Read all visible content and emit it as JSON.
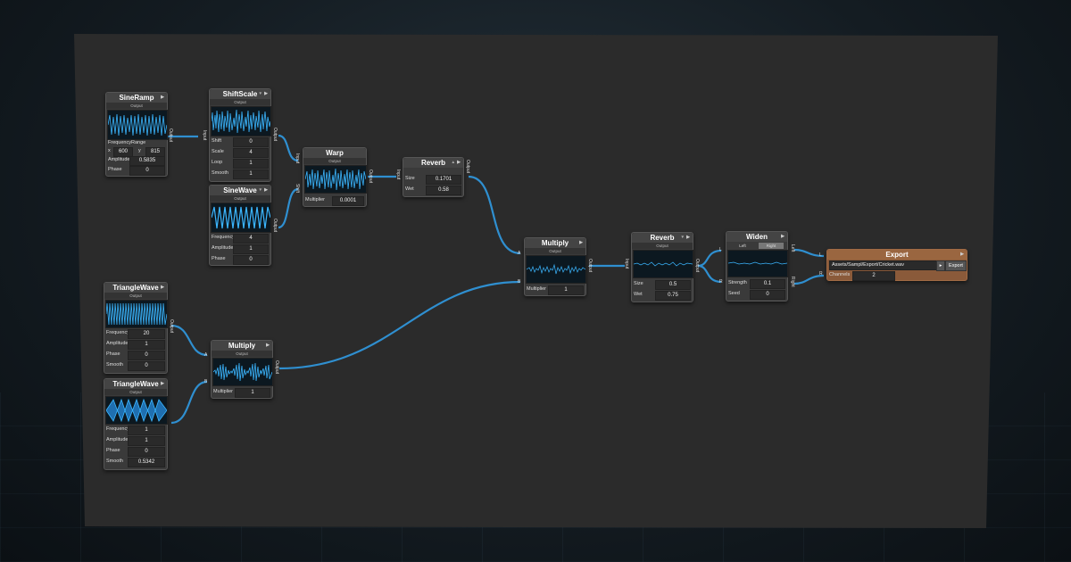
{
  "colors": {
    "wire": "#2f8fd0",
    "wave": "#3bb6ff",
    "export_node": "#8a5a3a"
  },
  "nodes": {
    "sineramp": {
      "title": "SineRamp",
      "sub": "Output",
      "freq_label": "FrequencyRange",
      "x_label": "x",
      "x_val": "600",
      "y_label": "y",
      "y_val": "815",
      "amp_label": "Amplitude",
      "amp_val": "0.5835",
      "phase_label": "Phase",
      "phase_val": "0",
      "out": "Output"
    },
    "shiftscale": {
      "title": "ShiftScale",
      "sub": "Output",
      "in": "Input",
      "out": "Output",
      "shift_label": "Shift",
      "shift_val": "0",
      "scale_label": "Scale",
      "scale_val": "4",
      "loop_label": "Loop",
      "loop_val": "1",
      "smooth_label": "Smooth",
      "smooth_val": "1"
    },
    "sinewave": {
      "title": "SineWave",
      "sub": "Output",
      "out": "Output",
      "freq_label": "Frequency",
      "freq_val": "4",
      "amp_label": "Amplitude",
      "amp_val": "1",
      "phase_label": "Phase",
      "phase_val": "0"
    },
    "warp": {
      "title": "Warp",
      "sub": "Output",
      "in": "Input",
      "shift": "Shift",
      "out": "Output",
      "mult_label": "Multiplier",
      "mult_val": "0.0001"
    },
    "reverb1": {
      "title": "Reverb",
      "in": "Input",
      "out": "Output",
      "size_label": "Size",
      "size_val": "0.1701",
      "wet_label": "Wet",
      "wet_val": "0.58"
    },
    "multiply1": {
      "title": "Multiply",
      "sub": "Output",
      "a": "A",
      "b": "B",
      "out": "Output",
      "mult_label": "Multiplier",
      "mult_val": "1"
    },
    "reverb2": {
      "title": "Reverb",
      "sub": "Output",
      "in": "Input",
      "out": "Output",
      "size_label": "Size",
      "size_val": "0.5",
      "wet_label": "Wet",
      "wet_val": "0.75"
    },
    "widen": {
      "title": "Widen",
      "left_btn": "Left",
      "right_btn": "Right",
      "l": "L",
      "r": "R",
      "out_left": "Left",
      "out_right": "Right",
      "strength_label": "Strength",
      "strength_val": "0.1",
      "seed_label": "Seed",
      "seed_val": "0"
    },
    "export": {
      "title": "Export",
      "l": "L",
      "r": "R",
      "path": "Assets/Sampl/Export/Cricket.wav",
      "export_btn": "Export",
      "channels_label": "Channels",
      "channels_val": "2"
    },
    "triangle1": {
      "title": "TriangleWave",
      "sub": "Output",
      "out": "Output",
      "freq_label": "Frequency",
      "freq_val": "20",
      "amp_label": "Amplitude",
      "amp_val": "1",
      "phase_label": "Phase",
      "phase_val": "0",
      "smooth_label": "Smooth",
      "smooth_val": "0"
    },
    "triangle2": {
      "title": "TriangleWave",
      "sub": "Output",
      "freq_label": "Frequency",
      "freq_val": "1",
      "amp_label": "Amplitude",
      "amp_val": "1",
      "phase_label": "Phase",
      "phase_val": "0",
      "smooth_label": "Smooth",
      "smooth_val": "0.5342"
    },
    "multiply2": {
      "title": "Multiply",
      "sub": "Output",
      "a": "A",
      "b": "B",
      "out": "Output",
      "mult_label": "Multiplier",
      "mult_val": "1"
    }
  }
}
